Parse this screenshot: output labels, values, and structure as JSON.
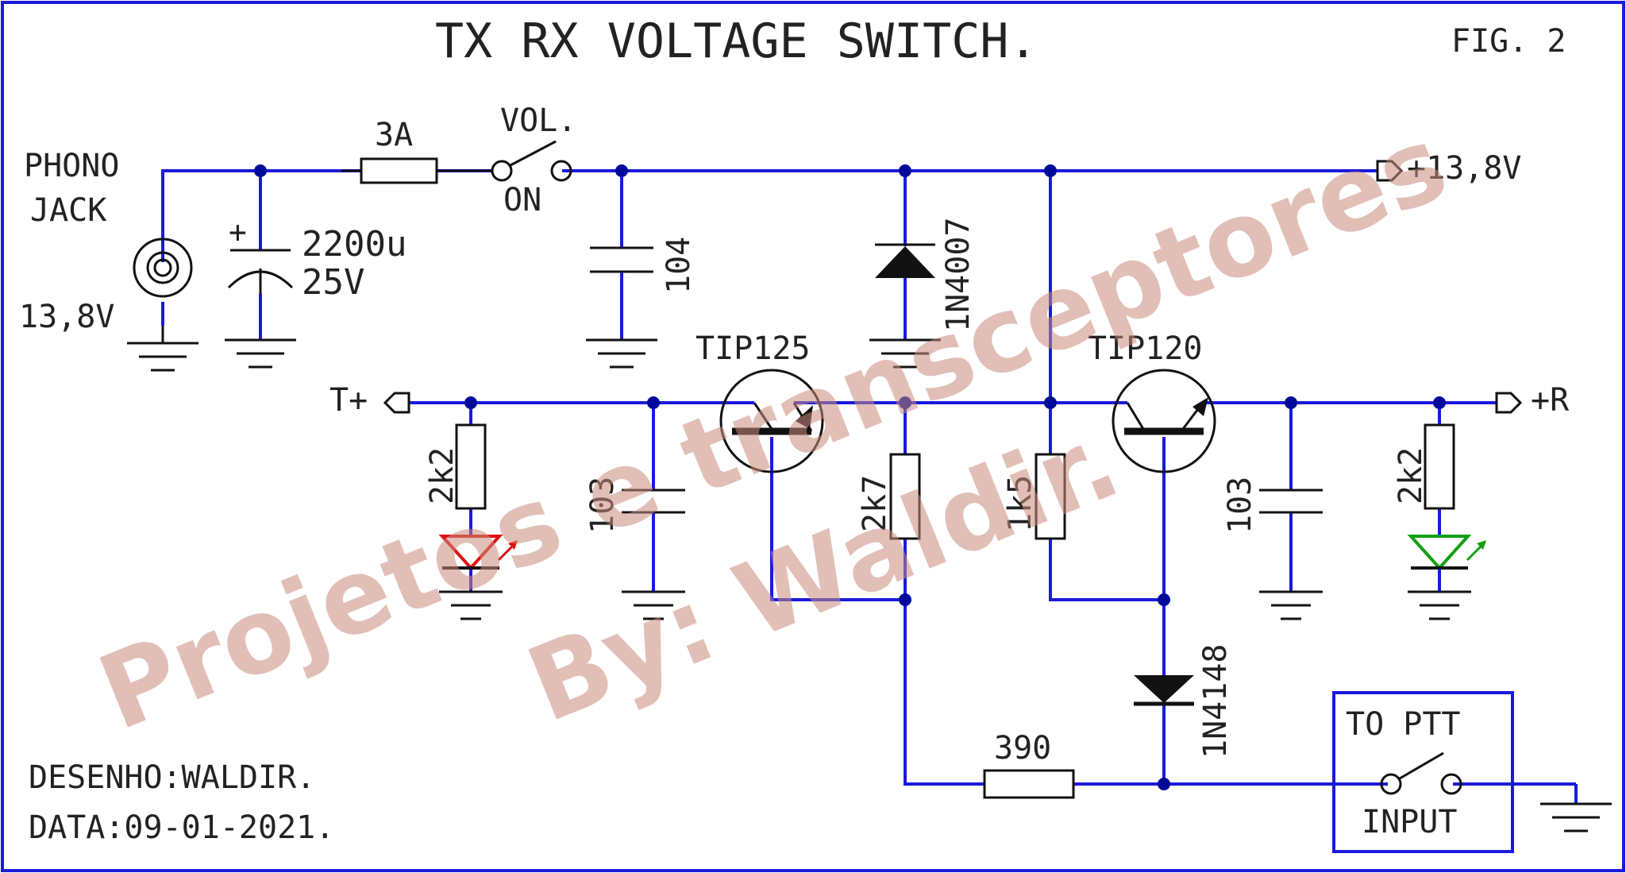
{
  "title": "TX RX VOLTAGE SWITCH.",
  "fig": "FIG. 2",
  "labels": {
    "phono1": "PHONO",
    "phono2": "JACK",
    "vin": "13,8V",
    "fuse": "3A",
    "sw_vol": "VOL.",
    "sw_on": "ON",
    "cap_big": "2200u",
    "cap_big_v": "25V",
    "plus": "+",
    "cap104": "104",
    "diode1": "1N4007",
    "vout": "+13,8V",
    "q1": "TIP125",
    "q2": "TIP120",
    "tplus": "T+",
    "rplus": "+R",
    "r_left": "2k2",
    "c_left": "103",
    "r_2k7": "2k7",
    "r_1k5": "1k5",
    "c_right": "103",
    "r_right": "2k2",
    "diode2": "1N4148",
    "r_390": "390",
    "ptt1": "TO PTT",
    "ptt2": "INPUT",
    "author": "DESENHO:WALDIR.",
    "date": "DATA:09-01-2021."
  },
  "watermark": {
    "line1": "Projetos e transceptores",
    "line2": "By: Waldir."
  },
  "colors": {
    "wire": "#1a1adc",
    "led_tx": "#e01010",
    "led_rx": "#10a010",
    "frame": "#1a1adc",
    "watermark": "#c98c7e"
  }
}
